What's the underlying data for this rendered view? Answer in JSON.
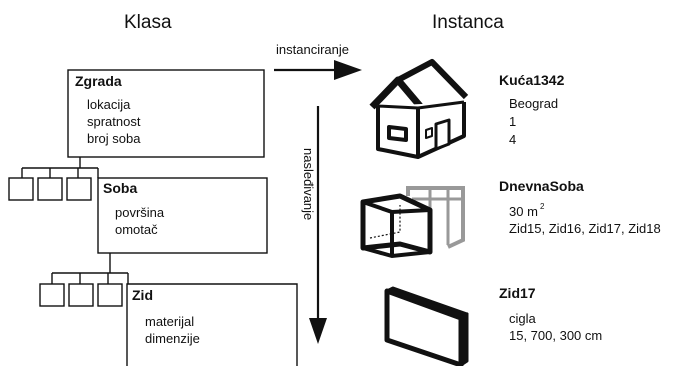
{
  "headers": {
    "class": "Klasa",
    "instance": "Instanca"
  },
  "arrows": {
    "instantiation": "instanciranje",
    "inheritance": "nasleđivanje"
  },
  "classes": [
    {
      "name": "Zgrada",
      "attributes": [
        "lokacija",
        "spratnost",
        "broj soba"
      ]
    },
    {
      "name": "Soba",
      "attributes": [
        "površina",
        "omotač"
      ]
    },
    {
      "name": "Zid",
      "attributes": [
        "materijal",
        "dimenzije"
      ]
    }
  ],
  "instances": [
    {
      "name": "Kuća1342",
      "values": [
        "Beograd",
        "1",
        "4"
      ]
    },
    {
      "name": "DnevnaSoba",
      "values": [
        "30 m",
        "Zid15, Zid16, Zid17, Zid18"
      ],
      "area_superscript": "2"
    },
    {
      "name": "Zid17",
      "values": [
        "cigla",
        "15, 700, 300 cm"
      ]
    }
  ],
  "icons": [
    "house-icon",
    "room-icon",
    "wall-icon"
  ]
}
